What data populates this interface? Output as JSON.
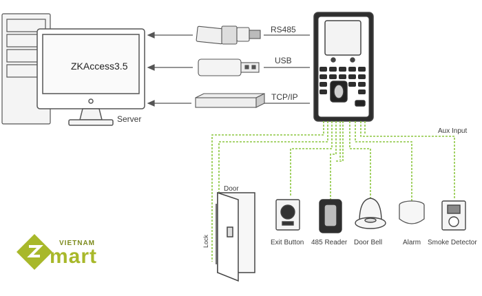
{
  "connections": {
    "rs485": "RS485",
    "usb": "USB",
    "tcpip": "TCP/IP"
  },
  "server": {
    "label": "Server",
    "software": "ZKAccess3.5"
  },
  "aux_input": "Aux Input",
  "devices": {
    "door": "Door",
    "lock": "Lock",
    "exit_button": "Exit Button",
    "reader_485": "485 Reader",
    "door_bell": "Door Bell",
    "alarm": "Alarm",
    "smoke_detector": "Smoke Detector"
  },
  "logo": {
    "top_text": "VIETNAM",
    "word": "mart"
  },
  "colors": {
    "wire": "#8cc63f",
    "line": "#555555",
    "logo": "#a8b82a"
  }
}
